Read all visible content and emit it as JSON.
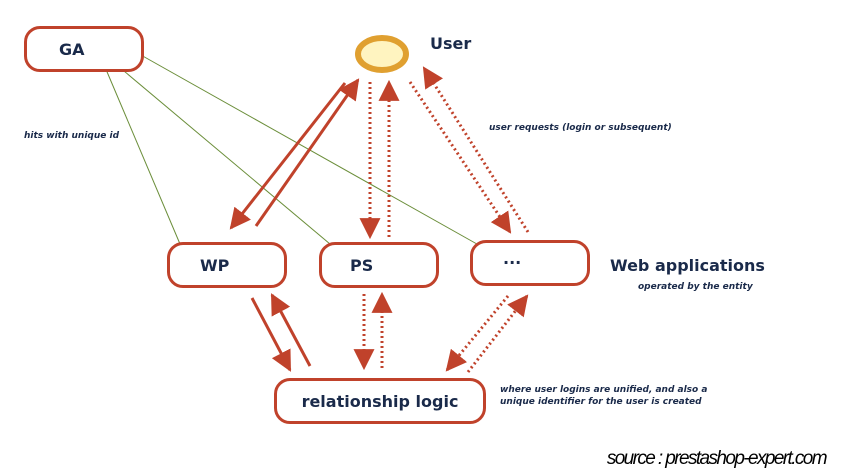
{
  "nodes": {
    "ga": "GA",
    "user": "User",
    "wp": "WP",
    "ps": "PS",
    "other": "...",
    "logic": "relationship logic"
  },
  "labels": {
    "web_applications": "Web applications",
    "operated_by": "operated by the entity",
    "hits": "hits with unique id",
    "user_requests": "user requests (login or subsequent)",
    "where_logins": "where user logins are unified, and also a unique identifier for the user is created"
  },
  "source": "source : prestashop-expert.com",
  "colors": {
    "box_border": "#c0422b",
    "solid_arrow": "#c0422b",
    "dotted_arrow": "#c0422b",
    "ga_arrow": "#6b8e3a",
    "user_ring": "#e0a030",
    "user_fill": "#fff4c0",
    "text": "#1a2a4a"
  }
}
